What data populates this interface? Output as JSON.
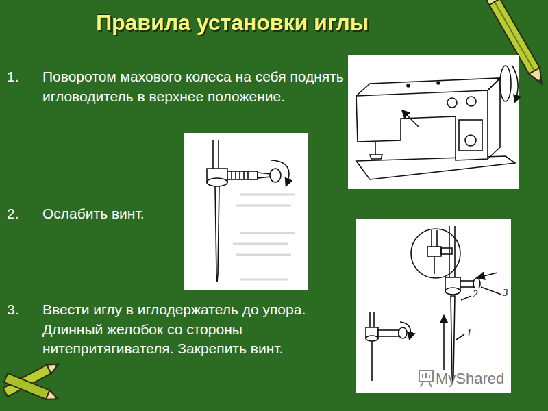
{
  "diagram": {
    "title": "Правила установки иглы",
    "labels": [
      "1.",
      "Поворотом махового колеса на себя поднять игловодитель в верхнее положение.",
      "2.",
      "Ослабить винт.",
      "3.",
      "Ввести иглу в иглодержатель до упора. Длинный желобок со стороны нитепритягивателя. Закрепить винт.",
      "1",
      "2",
      "3",
      "MyShared"
    ]
  }
}
